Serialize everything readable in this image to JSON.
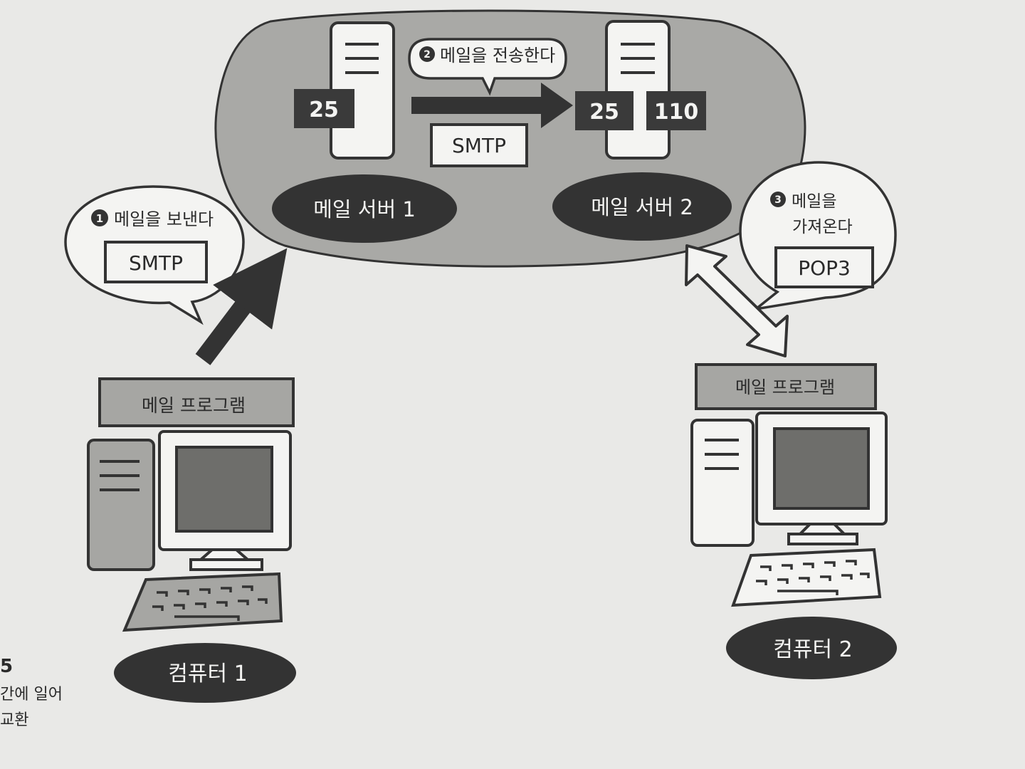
{
  "servers": {
    "server1": {
      "label": "메일 서버 1",
      "ports": [
        "25"
      ]
    },
    "server2": {
      "label": "메일 서버 2",
      "ports": [
        "25",
        "110"
      ]
    }
  },
  "steps": [
    {
      "num": "1",
      "text": [
        "메일을 보낸다"
      ],
      "protocol": "SMTP"
    },
    {
      "num": "2",
      "text": [
        "메일을 전송한다"
      ],
      "protocol": "SMTP"
    },
    {
      "num": "3",
      "text": [
        "메일을",
        "가져온다"
      ],
      "protocol": "POP3"
    }
  ],
  "computers": {
    "computer1": {
      "label": "컴퓨터 1",
      "program": "메일 프로그램"
    },
    "computer2": {
      "label": "컴퓨터 2",
      "program": "메일 프로그램"
    }
  },
  "margin_text": {
    "figure_num": "5",
    "caption": [
      "간에 일어",
      "교환"
    ]
  },
  "colors": {
    "network_cloud": "#a9a9a6",
    "dark": "#333333",
    "panel": "#a6a6a3",
    "screen": "#6e6e6b",
    "light": "#f4f4f2"
  }
}
